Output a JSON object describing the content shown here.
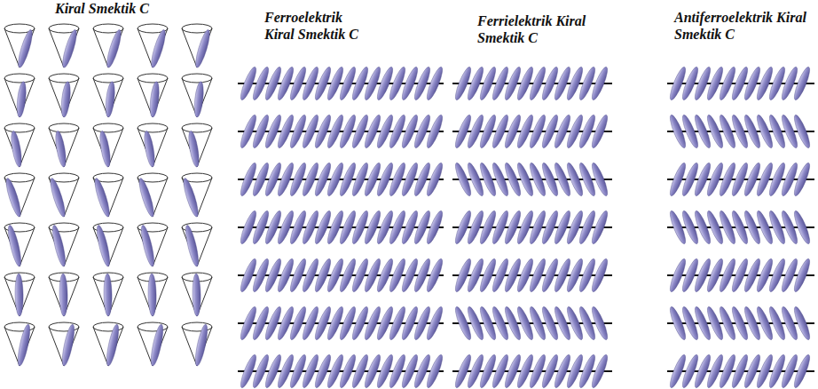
{
  "diagram": {
    "labels": [
      "Kiral Smektik C",
      "Ferroelektrik Kiral Smektik C",
      "Ferrielektrik Kiral Smektik C",
      "Antiferroelektrik Kiral Smektik C"
    ]
  }
}
